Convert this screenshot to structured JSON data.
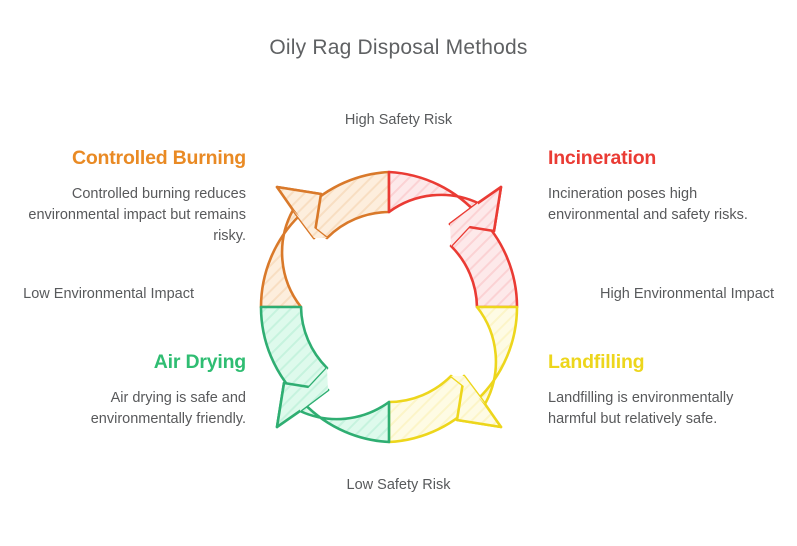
{
  "header": {
    "title": "Oily Rag Disposal Methods"
  },
  "axes": {
    "top": "High Safety Risk",
    "bottom": "Low Safety Risk",
    "left": "Low Environmental Impact",
    "right": "High Environmental Impact"
  },
  "quadrants": [
    {
      "key": "controlled-burning",
      "title": "Controlled Burning",
      "description": "Controlled burning reduces environmental impact but remains risky.",
      "color": "#E98A24",
      "position": "top-left"
    },
    {
      "key": "incineration",
      "title": "Incineration",
      "description": "Incineration poses high environmental and safety risks.",
      "color": "#EA3B34",
      "position": "top-right"
    },
    {
      "key": "air-drying",
      "title": "Air Drying",
      "description": "Air drying is safe and environmentally friendly.",
      "color": "#2FBD72",
      "position": "bottom-left"
    },
    {
      "key": "landfilling",
      "title": "Landfilling",
      "description": "Landfilling is environmentally harmful but relatively safe.",
      "color": "#EDD61C",
      "position": "bottom-right"
    }
  ],
  "chart_data": {
    "type": "diagram",
    "subtype": "cyclic-arrow-ring",
    "title": "Oily Rag Disposal Methods",
    "axis_top": "High Safety Risk",
    "axis_bottom": "Low Safety Risk",
    "axis_left": "Low Environmental Impact",
    "axis_right": "High Environmental Impact",
    "segments": [
      {
        "label": "Controlled Burning",
        "quadrant": "top-left",
        "stroke": "#D9792A",
        "fill": "#FBE5CF",
        "safety_risk": "high",
        "environmental_impact": "low",
        "arrow_direction": "counterclockwise"
      },
      {
        "label": "Incineration",
        "quadrant": "top-right",
        "stroke": "#EA3B34",
        "fill": "#FBDCDD",
        "safety_risk": "high",
        "environmental_impact": "high",
        "arrow_direction": "clockwise"
      },
      {
        "label": "Air Drying",
        "quadrant": "bottom-left",
        "stroke": "#2FAE72",
        "fill": "#D2F6E4",
        "safety_risk": "low",
        "environmental_impact": "low",
        "arrow_direction": "counterclockwise"
      },
      {
        "label": "Landfilling",
        "quadrant": "bottom-right",
        "stroke": "#EDD61C",
        "fill": "#FDF6D2",
        "safety_risk": "low",
        "environmental_impact": "high",
        "arrow_direction": "clockwise"
      }
    ],
    "center": [
      134,
      135
    ],
    "outer_radius": 128,
    "inner_radius": 88
  }
}
